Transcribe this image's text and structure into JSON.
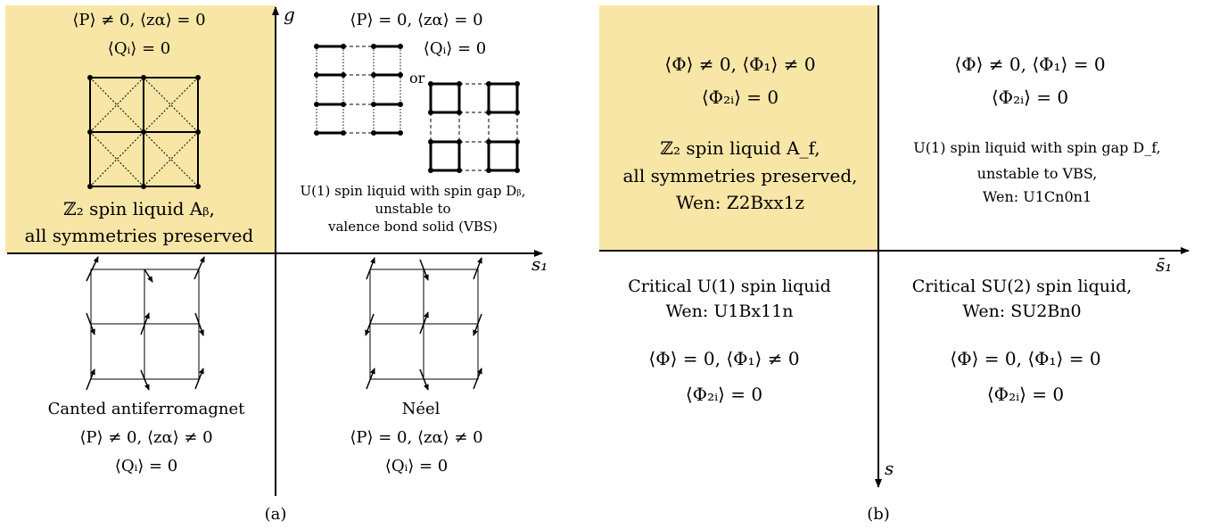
{
  "colors": {
    "highlight": "#f8e6a7",
    "ink": "#000000"
  },
  "panel_a": {
    "caption": "(a)",
    "axis_x": "s₁",
    "axis_y": "g",
    "top_left": {
      "line1": "⟨P⟩ ≠ 0, ⟨zα⟩ = 0",
      "line2": "⟨Qᵢ⟩ = 0",
      "label1": "ℤ₂ spin liquid Aᵦ,",
      "label2": "all symmetries preserved"
    },
    "top_right": {
      "line1": "⟨P⟩ = 0, ⟨zα⟩ = 0",
      "line2": "⟨Qᵢ⟩ = 0",
      "or": "or",
      "label1": "U(1) spin liquid with spin gap Dᵦ,",
      "label2": "unstable to",
      "label3": "valence bond solid (VBS)"
    },
    "bottom_left": {
      "label": "Canted antiferromagnet",
      "line1": "⟨P⟩ ≠ 0, ⟨zα⟩ ≠ 0",
      "line2": "⟨Qᵢ⟩ = 0"
    },
    "bottom_right": {
      "label": "Néel",
      "line1": "⟨P⟩ = 0, ⟨zα⟩ ≠ 0",
      "line2": "⟨Qᵢ⟩ = 0"
    }
  },
  "panel_b": {
    "caption": "(b)",
    "axis_x": "s̄₁",
    "axis_y": "s",
    "top_left": {
      "line1": "⟨Φ⟩ ≠ 0, ⟨Φ₁⟩ ≠ 0",
      "line2": "⟨Φ₂ᵢ⟩ = 0",
      "label1": "ℤ₂ spin liquid A_f,",
      "label2": "all symmetries preserved,",
      "label3": "Wen: Z2Bxx1z"
    },
    "top_right": {
      "line1": "⟨Φ⟩ ≠ 0, ⟨Φ₁⟩ = 0",
      "line2": "⟨Φ₂ᵢ⟩ = 0",
      "label1": "U(1) spin liquid with spin gap D_f,",
      "label2": "unstable to VBS,",
      "label3": "Wen: U1Cn0n1"
    },
    "bottom_left": {
      "label1": "Critical U(1) spin liquid",
      "label2": "Wen: U1Bx11n",
      "line1": "⟨Φ⟩ = 0, ⟨Φ₁⟩ ≠ 0",
      "line2": "⟨Φ₂ᵢ⟩ = 0"
    },
    "bottom_right": {
      "label1": "Critical SU(2) spin liquid,",
      "label2": "Wen: SU2Bn0",
      "line1": "⟨Φ⟩ = 0, ⟨Φ₁⟩ = 0",
      "line2": "⟨Φ₂ᵢ⟩ = 0"
    }
  }
}
